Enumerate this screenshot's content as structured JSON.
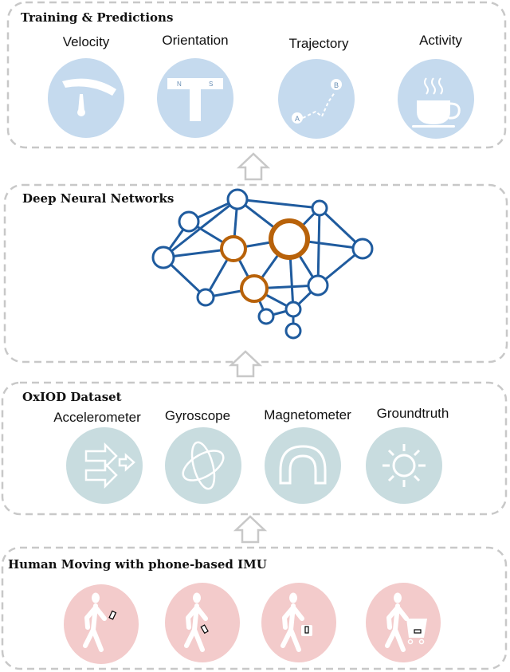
{
  "sections": {
    "training": {
      "title": "Training & Predictions",
      "items": [
        "Velocity",
        "Orientation",
        "Trajectory",
        "Activity"
      ],
      "orientation_letters": [
        "N",
        "S"
      ],
      "trajectory_letters": [
        "A",
        "B"
      ]
    },
    "dnn": {
      "title": "Deep Neural Networks"
    },
    "dataset": {
      "title": "OxIOD Dataset",
      "items": [
        "Accelerometer",
        "Gyroscope",
        "Magnetometer",
        "Groundtruth"
      ]
    },
    "human": {
      "title": "Human Moving with phone-based IMU"
    }
  },
  "colors": {
    "prediction_circle": "#c5daee",
    "dataset_circle": "#c8dcdf",
    "human_circle": "#f3cbcb",
    "network_blue": "#1f5b9e",
    "network_orange": "#b8620a",
    "dashed_border": "#c8c8c8"
  }
}
